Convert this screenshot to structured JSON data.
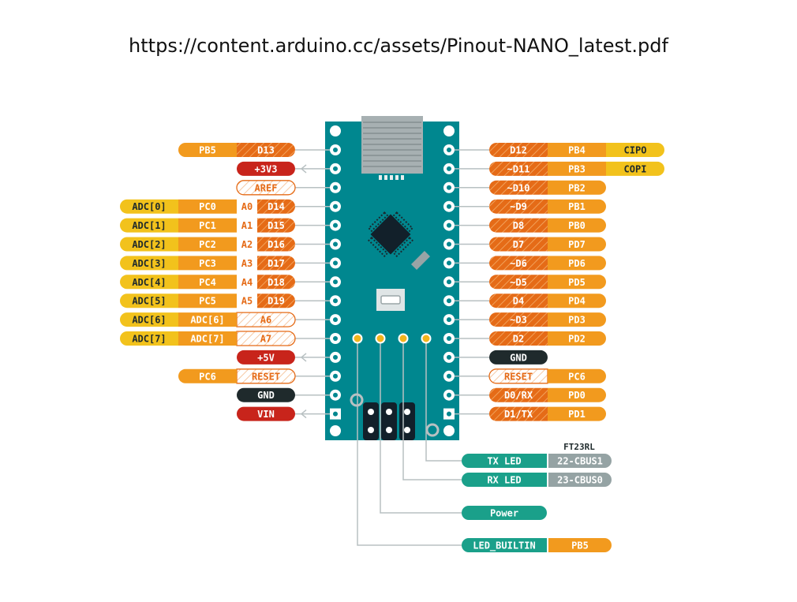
{
  "title": "https://content.arduino.cc/assets/Pinout-NANO_latest.pdf",
  "colors": {
    "board": "#00878f",
    "orange": "#f29a1e",
    "orange_dark": "#e56b17",
    "yellow": "#f2c21c",
    "red": "#c8241b",
    "black": "#1f2a2c",
    "teal": "#1aa08a",
    "gray": "#95a3a4",
    "line": "#b8c0c2"
  },
  "left_pins": [
    {
      "connector": "line",
      "labels": [
        {
          "text": "D13",
          "style": "digital"
        },
        {
          "text": "PB5",
          "style": "port"
        }
      ]
    },
    {
      "connector": "arrow",
      "labels": [
        {
          "text": "+3V3",
          "style": "power"
        }
      ]
    },
    {
      "connector": "line",
      "labels": [
        {
          "text": "AREF",
          "style": "ref"
        }
      ]
    },
    {
      "connector": "line",
      "labels": [
        {
          "text": "D14",
          "style": "digital",
          "tag": "A0"
        },
        {
          "text": "PC0",
          "style": "port"
        },
        {
          "text": "ADC[0]",
          "style": "adc"
        }
      ]
    },
    {
      "connector": "line",
      "labels": [
        {
          "text": "D15",
          "style": "digital",
          "tag": "A1"
        },
        {
          "text": "PC1",
          "style": "port"
        },
        {
          "text": "ADC[1]",
          "style": "adc"
        }
      ]
    },
    {
      "connector": "line",
      "labels": [
        {
          "text": "D16",
          "style": "digital",
          "tag": "A2"
        },
        {
          "text": "PC2",
          "style": "port"
        },
        {
          "text": "ADC[2]",
          "style": "adc"
        }
      ]
    },
    {
      "connector": "line",
      "labels": [
        {
          "text": "D17",
          "style": "digital",
          "tag": "A3"
        },
        {
          "text": "PC3",
          "style": "port"
        },
        {
          "text": "ADC[3]",
          "style": "adc"
        }
      ]
    },
    {
      "connector": "line",
      "labels": [
        {
          "text": "D18",
          "style": "digital",
          "tag": "A4"
        },
        {
          "text": "PC4",
          "style": "port"
        },
        {
          "text": "ADC[4]",
          "style": "adc"
        }
      ]
    },
    {
      "connector": "line",
      "labels": [
        {
          "text": "D19",
          "style": "digital",
          "tag": "A5"
        },
        {
          "text": "PC5",
          "style": "port"
        },
        {
          "text": "ADC[5]",
          "style": "adc"
        }
      ]
    },
    {
      "connector": "line",
      "labels": [
        {
          "text": "A6",
          "style": "ref"
        },
        {
          "text": "ADC[6]",
          "style": "port"
        },
        {
          "text": "ADC[6]",
          "style": "adc"
        }
      ]
    },
    {
      "connector": "line",
      "labels": [
        {
          "text": "A7",
          "style": "ref"
        },
        {
          "text": "ADC[7]",
          "style": "port"
        },
        {
          "text": "ADC[7]",
          "style": "adc"
        }
      ]
    },
    {
      "connector": "arrow",
      "labels": [
        {
          "text": "+5V",
          "style": "power"
        }
      ]
    },
    {
      "connector": "line",
      "labels": [
        {
          "text": "RESET",
          "style": "ref"
        },
        {
          "text": "PC6",
          "style": "port"
        }
      ]
    },
    {
      "connector": "line",
      "labels": [
        {
          "text": "GND",
          "style": "ground"
        }
      ]
    },
    {
      "connector": "arrow",
      "labels": [
        {
          "text": "VIN",
          "style": "power"
        }
      ]
    }
  ],
  "right_pins": [
    {
      "connector": "line",
      "labels": [
        {
          "text": "D12",
          "style": "digital"
        },
        {
          "text": "PB4",
          "style": "port"
        },
        {
          "text": "CIPO",
          "style": "adc"
        }
      ]
    },
    {
      "connector": "line",
      "labels": [
        {
          "text": "~D11",
          "style": "digital"
        },
        {
          "text": "PB3",
          "style": "port"
        },
        {
          "text": "COPI",
          "style": "adc"
        }
      ]
    },
    {
      "connector": "line",
      "labels": [
        {
          "text": "~D10",
          "style": "digital"
        },
        {
          "text": "PB2",
          "style": "port"
        }
      ]
    },
    {
      "connector": "line",
      "labels": [
        {
          "text": "~D9",
          "style": "digital"
        },
        {
          "text": "PB1",
          "style": "port"
        }
      ]
    },
    {
      "connector": "line",
      "labels": [
        {
          "text": "D8",
          "style": "digital"
        },
        {
          "text": "PB0",
          "style": "port"
        }
      ]
    },
    {
      "connector": "line",
      "labels": [
        {
          "text": "D7",
          "style": "digital"
        },
        {
          "text": "PD7",
          "style": "port"
        }
      ]
    },
    {
      "connector": "line",
      "labels": [
        {
          "text": "~D6",
          "style": "digital"
        },
        {
          "text": "PD6",
          "style": "port"
        }
      ]
    },
    {
      "connector": "line",
      "labels": [
        {
          "text": "~D5",
          "style": "digital"
        },
        {
          "text": "PD5",
          "style": "port"
        }
      ]
    },
    {
      "connector": "line",
      "labels": [
        {
          "text": "D4",
          "style": "digital"
        },
        {
          "text": "PD4",
          "style": "port"
        }
      ]
    },
    {
      "connector": "line",
      "labels": [
        {
          "text": "~D3",
          "style": "digital"
        },
        {
          "text": "PD3",
          "style": "port"
        }
      ]
    },
    {
      "connector": "line",
      "labels": [
        {
          "text": "D2",
          "style": "digital"
        },
        {
          "text": "PD2",
          "style": "port"
        }
      ]
    },
    {
      "connector": "line",
      "labels": [
        {
          "text": "GND",
          "style": "ground"
        }
      ]
    },
    {
      "connector": "line",
      "labels": [
        {
          "text": "RESET",
          "style": "ref"
        },
        {
          "text": "PC6",
          "style": "port"
        }
      ]
    },
    {
      "connector": "line",
      "labels": [
        {
          "text": "D0/RX",
          "style": "digital"
        },
        {
          "text": "PD0",
          "style": "port"
        }
      ]
    },
    {
      "connector": "line",
      "labels": [
        {
          "text": "D1/TX",
          "style": "digital"
        },
        {
          "text": "PD1",
          "style": "port"
        }
      ]
    }
  ],
  "ft23rl_heading": "FT23RL",
  "leds": [
    {
      "text": "TX LED",
      "extra": "22-CBUS1",
      "extra_style": "cbus"
    },
    {
      "text": "RX LED",
      "extra": "23-CBUS0",
      "extra_style": "cbus"
    },
    {
      "text": "Power",
      "extra": "",
      "extra_style": ""
    },
    {
      "text": "LED_BUILTIN",
      "extra": "PB5",
      "extra_style": "port"
    }
  ]
}
